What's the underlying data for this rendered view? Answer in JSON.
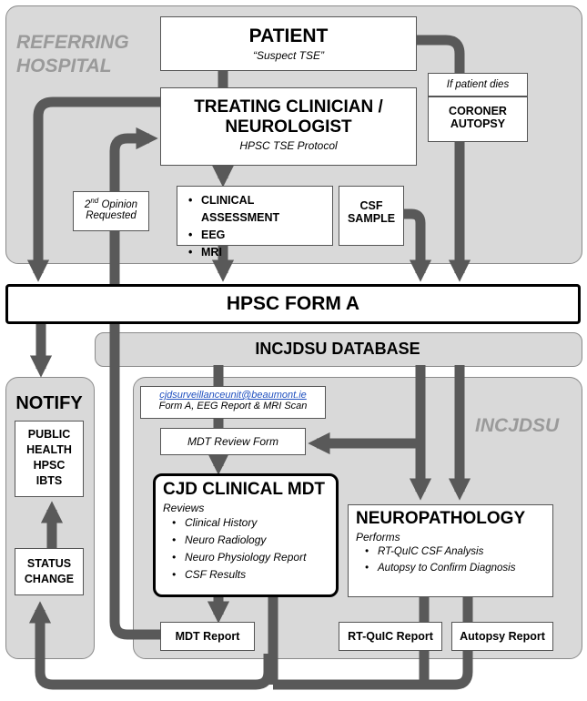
{
  "regions": {
    "referring_hospital": {
      "line1": "REFERRING",
      "line2": "HOSPITAL"
    },
    "database": "INCJDSU DATABASE",
    "notify": "NOTIFY",
    "incjdsu": "INCJDSU"
  },
  "patient": {
    "title": "PATIENT",
    "subtitle": "“Suspect TSE”"
  },
  "coroner": {
    "condition": "If patient dies",
    "line1": "CORONER",
    "line2": "AUTOPSY"
  },
  "clinician": {
    "line1": "TREATING CLINICIAN /",
    "line2": "NEUROLOGIST",
    "protocol": "HPSC TSE Protocol"
  },
  "second_opinion": {
    "ordinal": "2",
    "suffix": "nd",
    "word": "Opinion",
    "line2": "Requested"
  },
  "assessment": {
    "items": [
      "CLINICAL ASSESSMENT",
      "EEG",
      "MRI"
    ]
  },
  "csf": {
    "line1": "CSF",
    "line2": "SAMPLE"
  },
  "form_a": "HPSC FORM A",
  "email": {
    "address": "cjdsurveillanceunit@beaumont.ie",
    "attachments": "Form A, EEG Report & MRI Scan"
  },
  "review_form": "MDT Review Form",
  "mdt": {
    "title": "CJD CLINICAL MDT",
    "label": "Reviews",
    "items": [
      "Clinical History",
      "Neuro Radiology",
      "Neuro Physiology Report",
      "CSF Results"
    ]
  },
  "neuropathology": {
    "title": "NEUROPATHOLOGY",
    "label": "Performs",
    "items": [
      "RT-QuIC CSF Analysis",
      "Autopsy to Confirm Diagnosis"
    ]
  },
  "reports": {
    "mdt": "MDT Report",
    "rt_quic": "RT-QuIC Report",
    "autopsy": "Autopsy Report"
  },
  "notify": {
    "items": [
      "PUBLIC",
      "HEALTH",
      "HPSC",
      "IBTS"
    ]
  },
  "status_change": {
    "line1": "STATUS",
    "line2": "CHANGE"
  },
  "colors": {
    "region_fill": "#d9d9d9",
    "arrow": "#595959",
    "region_label": "#9a9a9a",
    "link": "#1f4fbf"
  }
}
